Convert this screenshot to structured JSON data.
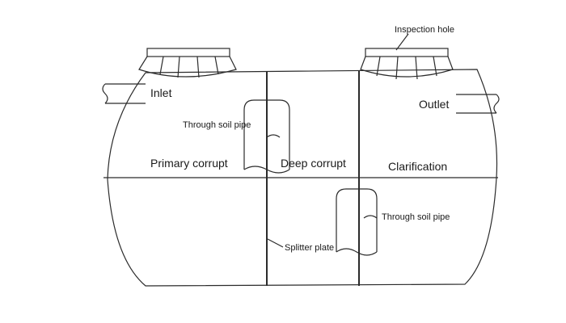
{
  "diagram": {
    "labels": {
      "inspection_hole": "Inspection hole",
      "inlet": "Inlet",
      "outlet": "Outlet",
      "through_soil_pipe_1": "Through soil pipe",
      "through_soil_pipe_2": "Through soil pipe",
      "primary_corrupt": "Primary corrupt",
      "deep_corrupt": "Deep corrupt",
      "clarification": "Clarification",
      "splitter_plate": "Splitter plate"
    }
  }
}
